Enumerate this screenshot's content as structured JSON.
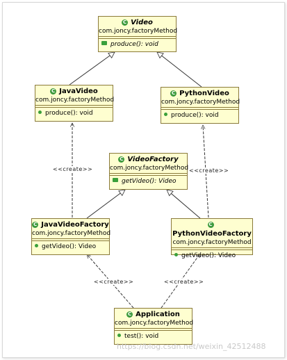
{
  "classes": {
    "video": {
      "name": "Video",
      "package": "com.joncy.factoryMethod",
      "op": "produce(): void"
    },
    "java_video": {
      "name": "JavaVideo",
      "package": "com.joncy.factoryMethod",
      "op": "produce(): void"
    },
    "python_video": {
      "name": "PythonVideo",
      "package": "com.joncy.factoryMethod",
      "op": "produce(): void"
    },
    "video_factory": {
      "name": "VideoFactory",
      "package": "com.joncy.factoryMethod",
      "op": "getVideo(): Video"
    },
    "java_video_factory": {
      "name": "JavaVideoFactory",
      "package": "com.joncy.factoryMethod",
      "op": "getVideo(): Video"
    },
    "python_video_factory": {
      "name": "PythonVideoFactory",
      "package": "com.joncy.factoryMethod",
      "op": "getVideo(): Video"
    },
    "application": {
      "name": "Application",
      "package": "com.joncy.factoryMethod",
      "op": "test(): void"
    }
  },
  "relations": {
    "create_java_video": "<<create>>",
    "create_python_video": "<<create>>",
    "create_java_factory": "<<create>>",
    "create_python_factory": "<<create>>"
  },
  "watermark": "https://blog.csdn.net/weixin_42512488",
  "icons": {
    "class_icon": "C",
    "method_icon": "green-dot",
    "abstract_method_icon": "green-abstract-method"
  },
  "colors": {
    "class_fill": "#fefed0",
    "class_border": "#8a7a3a",
    "class_icon": "#3d9a3d"
  }
}
